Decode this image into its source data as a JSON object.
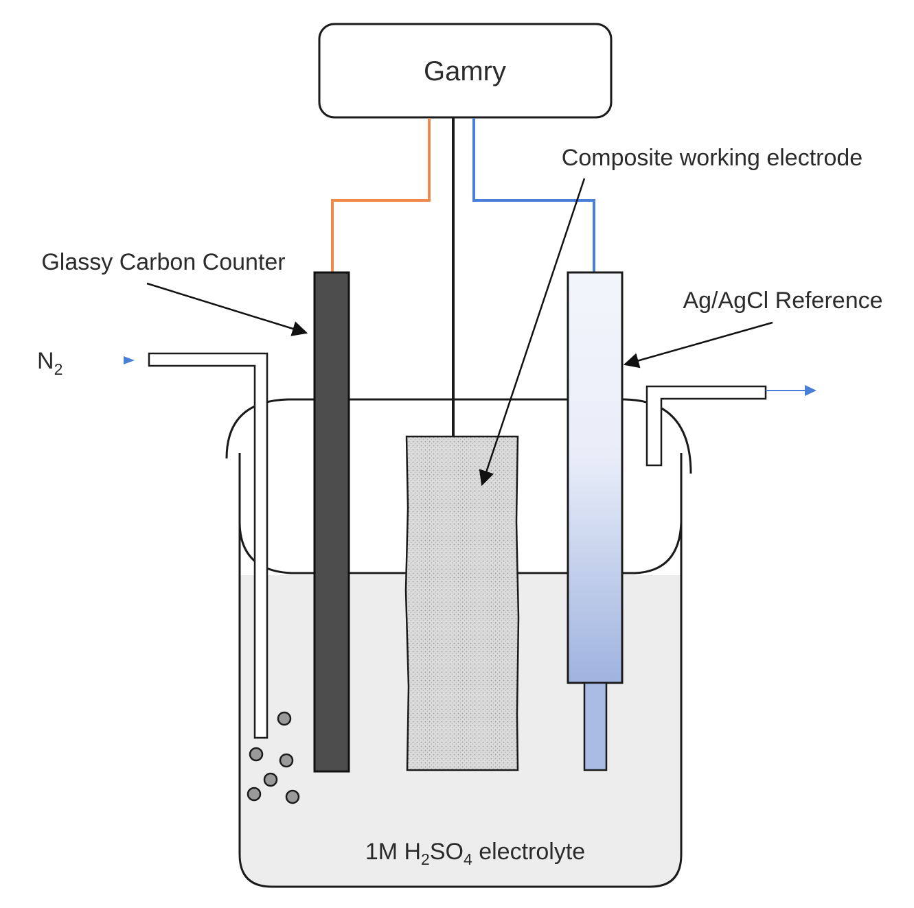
{
  "labels": {
    "device": "Gamry",
    "working": "Composite working electrode",
    "counter": "Glassy Carbon Counter",
    "reference": "Ag/AgCl Reference",
    "gas_main": "N",
    "gas_sub": "2",
    "electrolyte_pre": "1M H",
    "electrolyte_sub1": "2",
    "electrolyte_mid": "SO",
    "electrolyte_sub2": "4",
    "electrolyte_post": " electrolyte"
  },
  "colors": {
    "counter_wire": "#f08a4b",
    "reference_wire": "#4a7fd8",
    "counter_electrode": "#4d4d4d",
    "reference_fill_top": "#f3f5fb",
    "reference_fill_bottom": "#9fb3df",
    "electrolyte": "#ededed",
    "gas_arrow": "#4a7fd8"
  }
}
